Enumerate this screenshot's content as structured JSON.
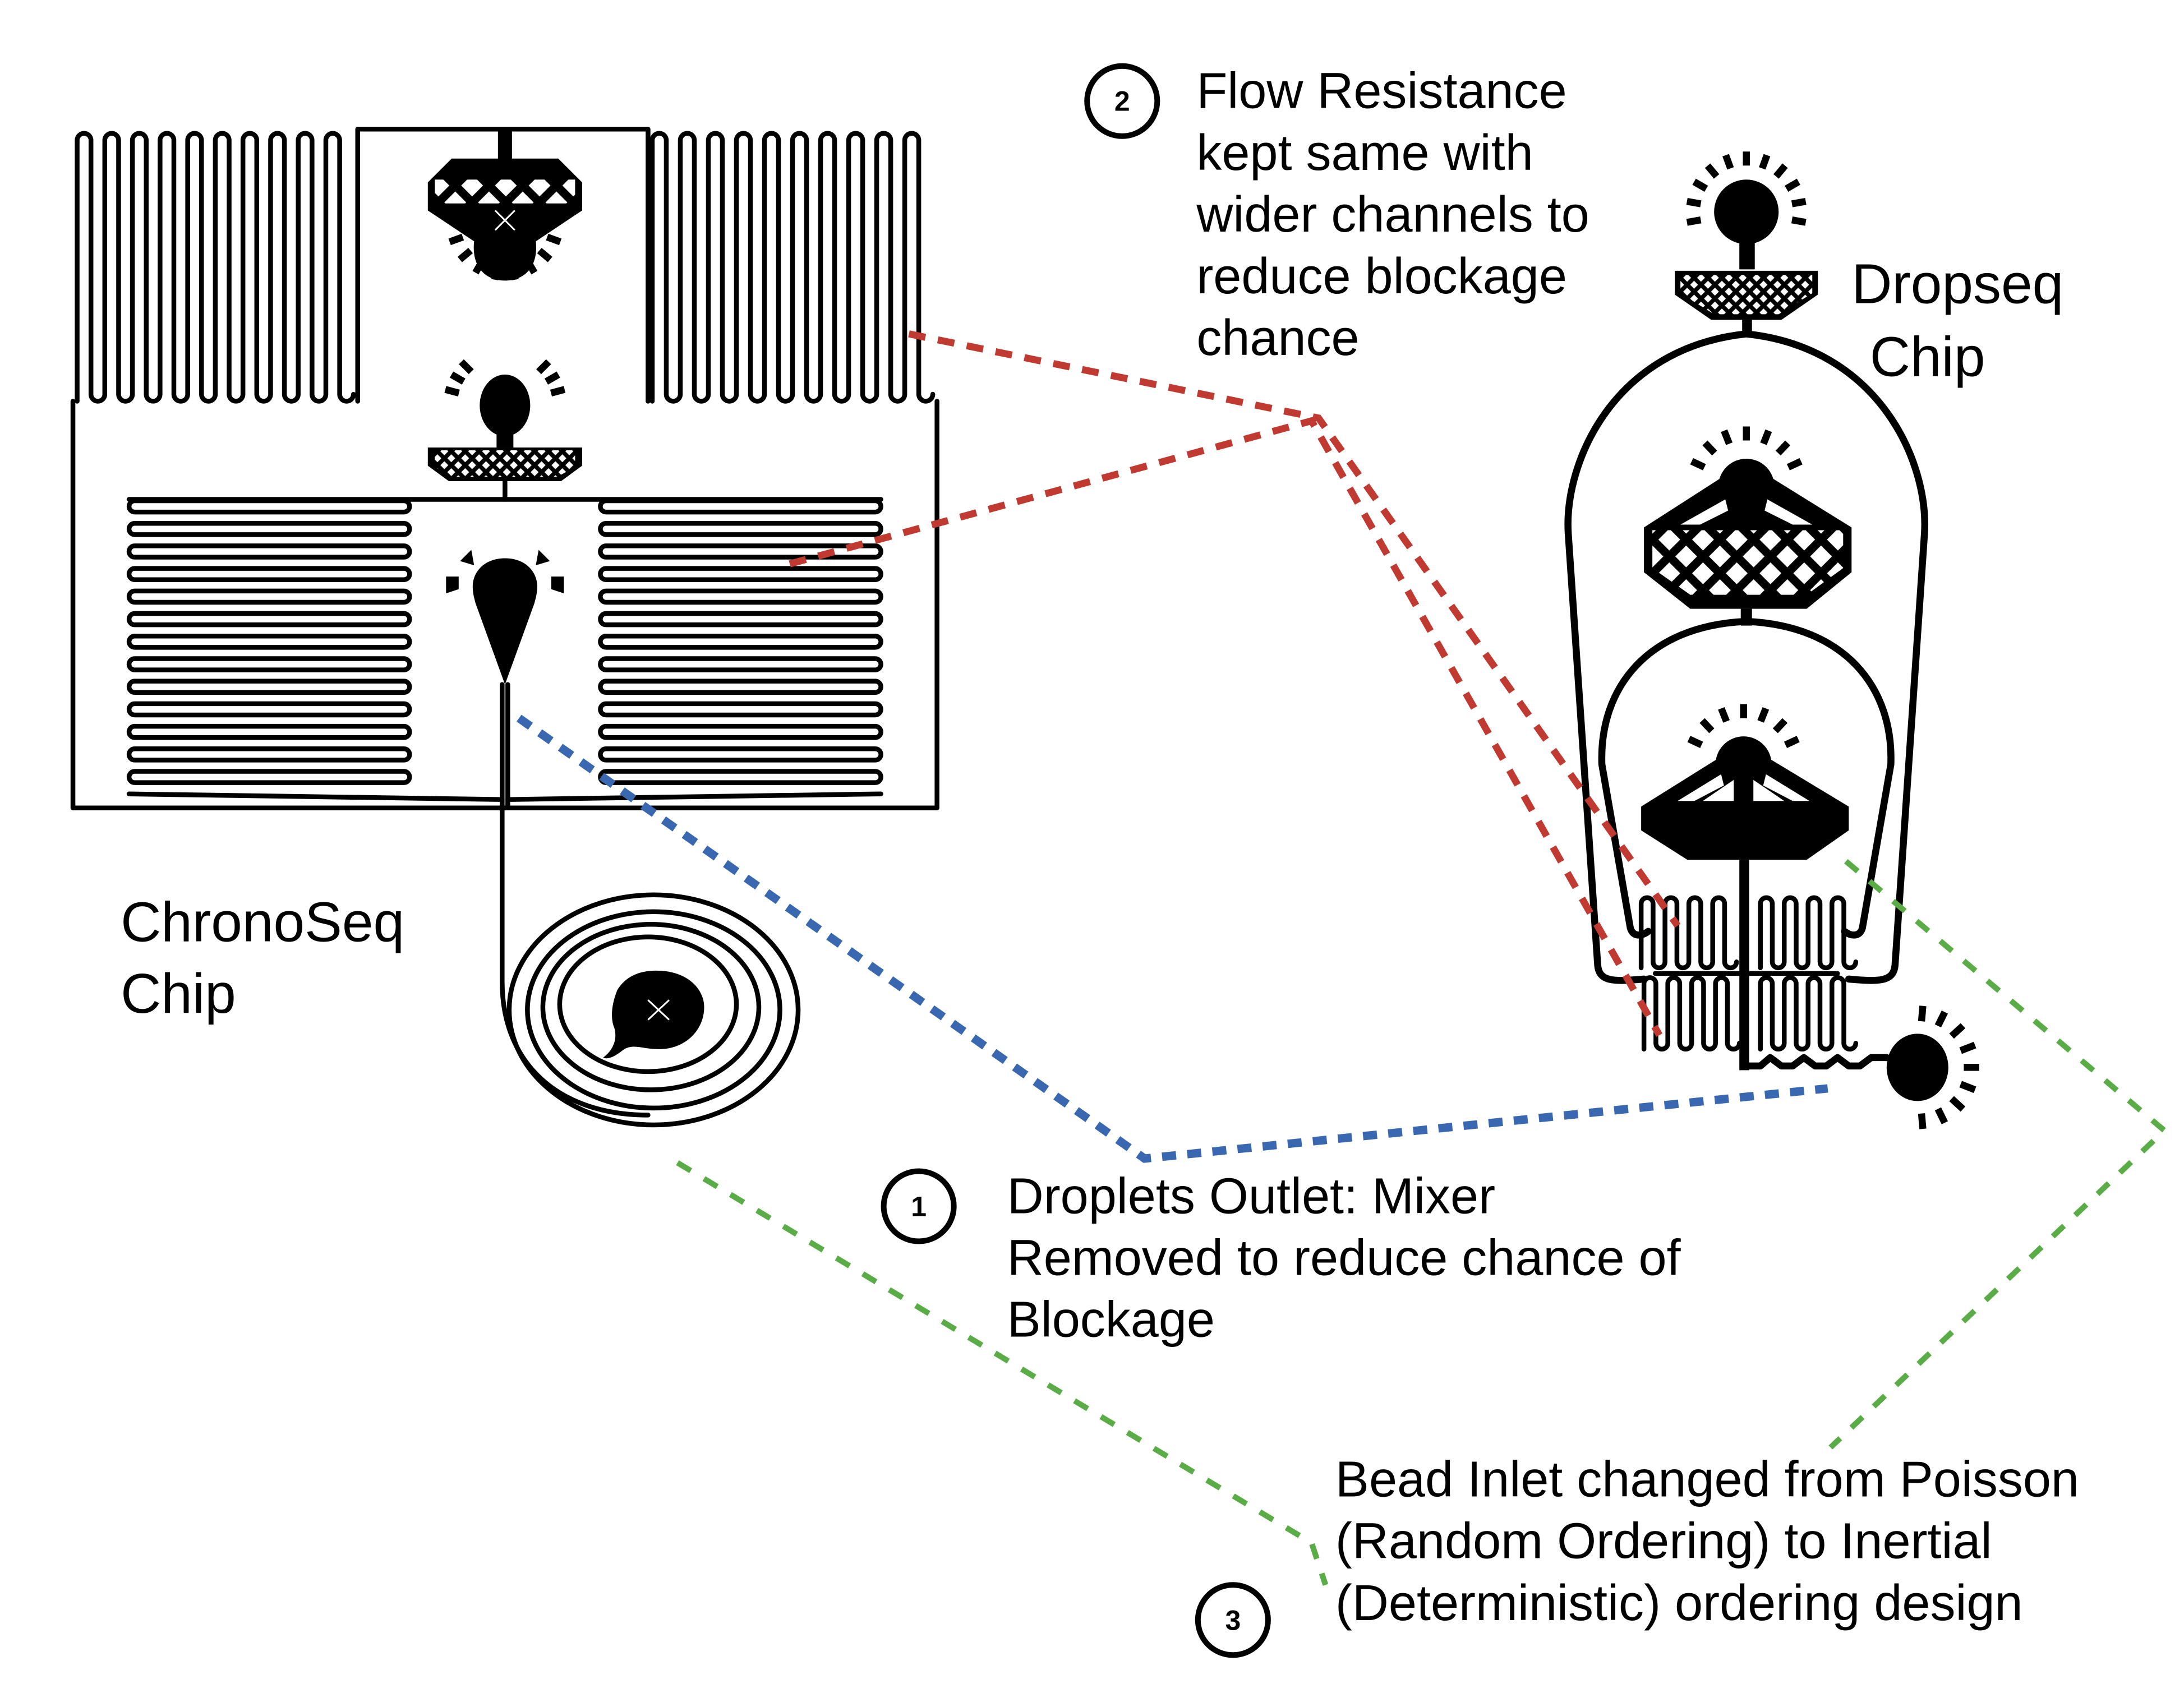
{
  "chips": {
    "chronoseq": {
      "label_line1": "ChronoSeq",
      "label_line2": "Chip"
    },
    "dropseq": {
      "label_line1": "Dropseq",
      "label_line2": "Chip"
    }
  },
  "annotations": [
    {
      "number": "1",
      "color": "#3a68b0",
      "lines": [
        "Droplets Outlet: Mixer",
        "Removed to reduce chance of",
        "Blockage"
      ]
    },
    {
      "number": "2",
      "color": "#c13a32",
      "lines": [
        "Flow Resistance",
        "kept same with",
        "wider channels to",
        "reduce blockage",
        "chance"
      ]
    },
    {
      "number": "3",
      "color": "#5aad46",
      "lines": [
        "Bead Inlet changed from Poisson",
        "(Random Ordering) to Inertial",
        "(Deterministic) ordering design"
      ]
    }
  ],
  "icons": {
    "inlet": "inlet-with-rays-icon",
    "filter": "filter-mesh-icon",
    "outlet": "outlet-x-icon"
  }
}
